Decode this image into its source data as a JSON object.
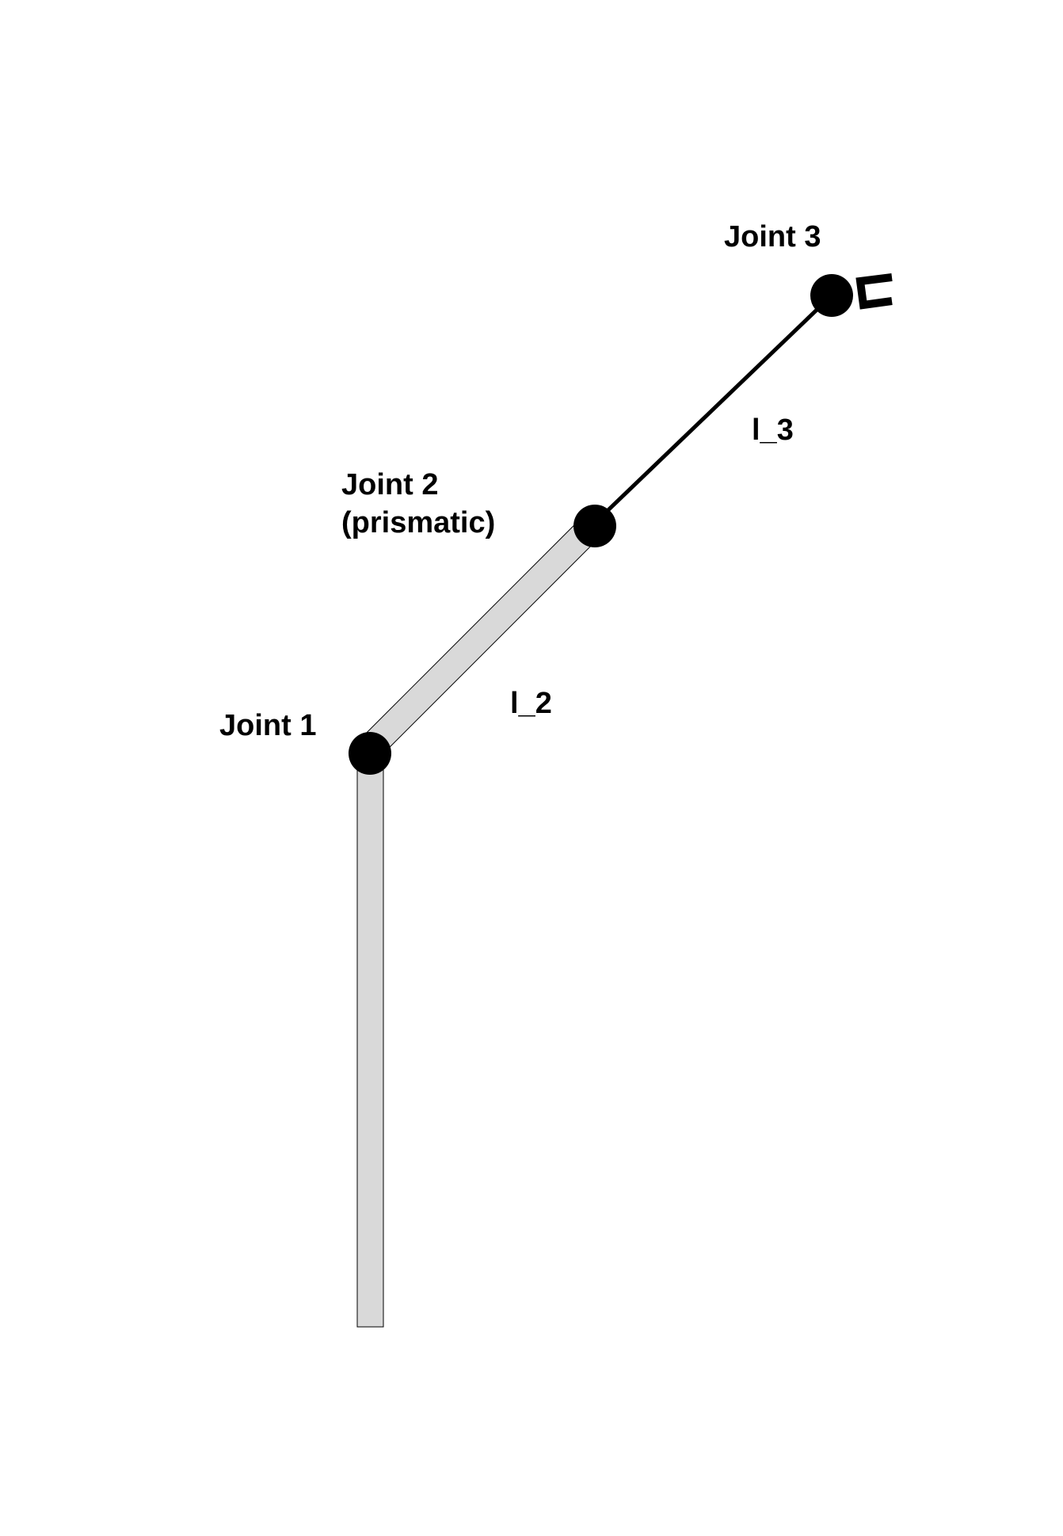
{
  "labels": {
    "joint1": "Joint 1",
    "joint2_line1": "Joint 2",
    "joint2_line2": "(prismatic)",
    "joint3": "Joint 3",
    "link2": "l_2",
    "link3": "l_3"
  },
  "colors": {
    "background": "#ffffff",
    "link_fill": "#d9d9d9",
    "outline": "#000000",
    "joint": "#000000"
  },
  "icons": {
    "joint": "filled-circle",
    "end_effector": "gripper-icon"
  }
}
